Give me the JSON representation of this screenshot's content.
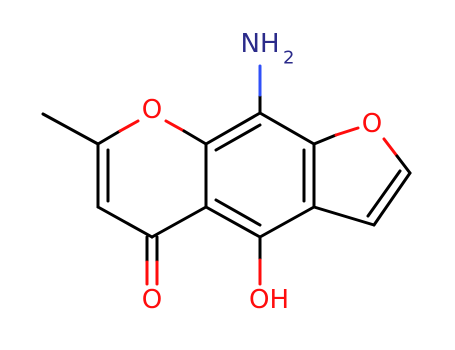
{
  "molecule": {
    "atoms": {
      "nh2": {
        "main": "NH",
        "subscript": "2"
      },
      "pyran_o": {
        "main": "O"
      },
      "furan_o": {
        "main": "O"
      },
      "carbonyl_o": {
        "main": "O"
      },
      "hydroxyl": {
        "main": "OH"
      }
    }
  },
  "colors": {
    "carbon_bond": "#000000",
    "oxygen": "#ff0d0d",
    "nitrogen": "#3050f8",
    "nh2_label": "#2b2b8a"
  }
}
